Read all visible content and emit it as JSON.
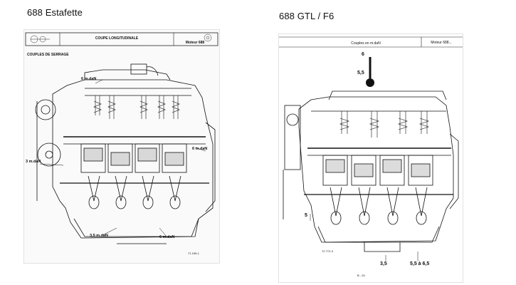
{
  "titles": {
    "left": "688 Estafette",
    "right": "688 GTL / F6"
  },
  "left_sheet": {
    "header_center": "COUPE LONGITUDINALE",
    "header_right": "Moteur 688",
    "section_title": "COUPLES DE SERRAGE",
    "callouts": {
      "top": "6 m.daN",
      "right": "6 m.daN",
      "left": "3 m.daN",
      "bottom_left": "3,5 m.daN",
      "bottom_right": "6 m.daN"
    },
    "ref": "71 159-1"
  },
  "right_sheet": {
    "header_center": "Couples en m.daN",
    "header_right": "Moteur 688...",
    "callouts": {
      "top_a": "6",
      "top_b": "5,5",
      "left": "5",
      "bottom_left": "3,5",
      "bottom_right": "5,5 à 6,5"
    },
    "ref": "72 772-3",
    "page": "B - 20"
  },
  "colors": {
    "ink": "#111111",
    "paper": "#ffffff",
    "paper_left": "#fafafa"
  }
}
